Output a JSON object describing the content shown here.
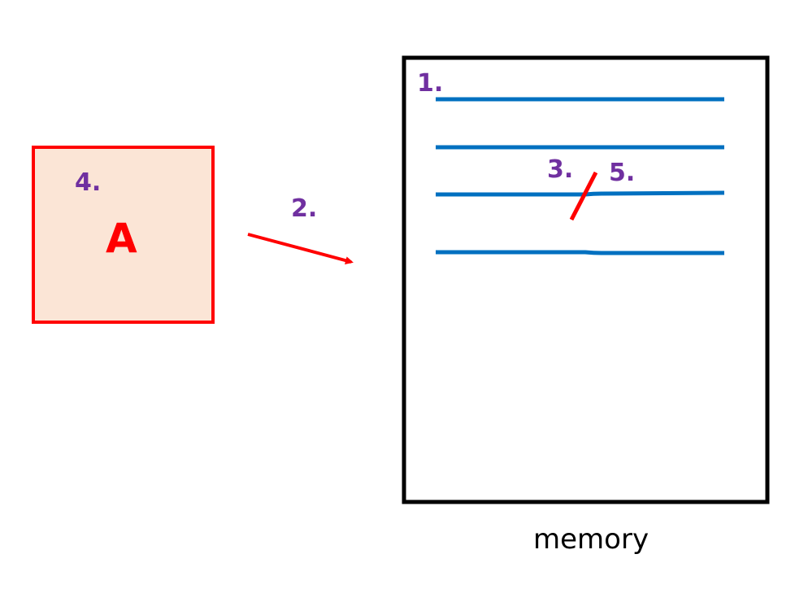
{
  "box": {
    "letter": "A",
    "fill": "#fbe5d6",
    "border": "#ff0000"
  },
  "memory": {
    "caption": "memory",
    "border": "#000000",
    "line_color": "#0070c0",
    "line_count": 4
  },
  "arrow": {
    "color": "#ff0000"
  },
  "break_mark": {
    "color": "#ff0000"
  },
  "steps": {
    "s1": "1.",
    "s2": "2.",
    "s3": "3.",
    "s4": "4.",
    "s5": "5."
  },
  "label_color": "#7030a0"
}
